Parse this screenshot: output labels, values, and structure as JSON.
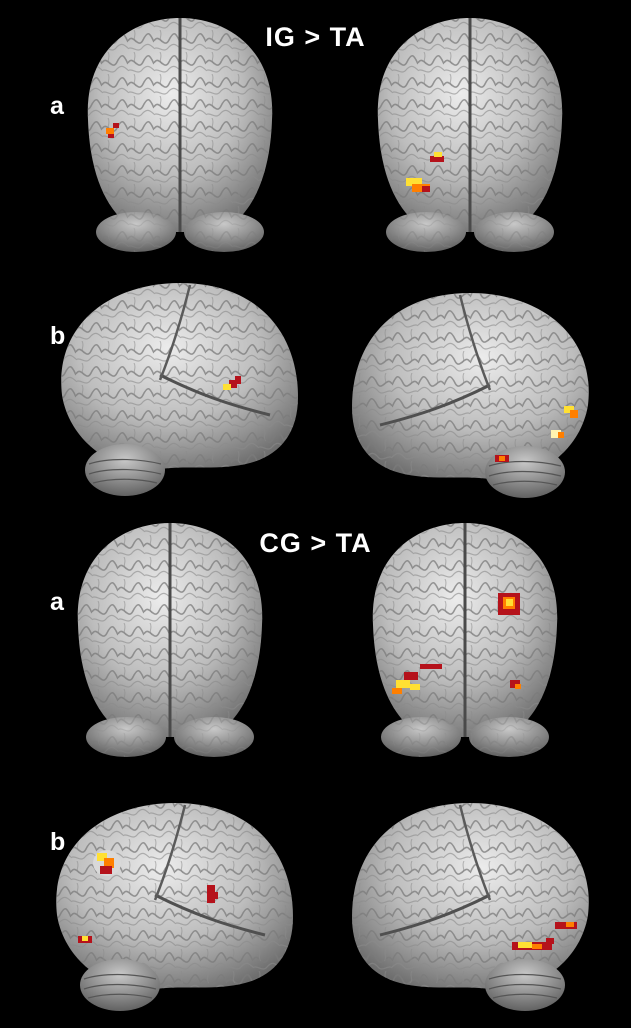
{
  "panels": [
    {
      "title": "IG > TA",
      "rows": [
        {
          "label": "a"
        },
        {
          "label": "b"
        }
      ]
    },
    {
      "title": "CG > TA",
      "rows": [
        {
          "label": "a"
        },
        {
          "label": "b"
        }
      ]
    }
  ],
  "colors": {
    "background": "#000000",
    "brain_light": "#e6e6e6",
    "brain_mid": "#bdbdbd",
    "brain_dark": "#6e6e6e",
    "activation_dark": "#b5121b",
    "activation_mid": "#ff7f00",
    "activation_hot": "#ffe033"
  }
}
